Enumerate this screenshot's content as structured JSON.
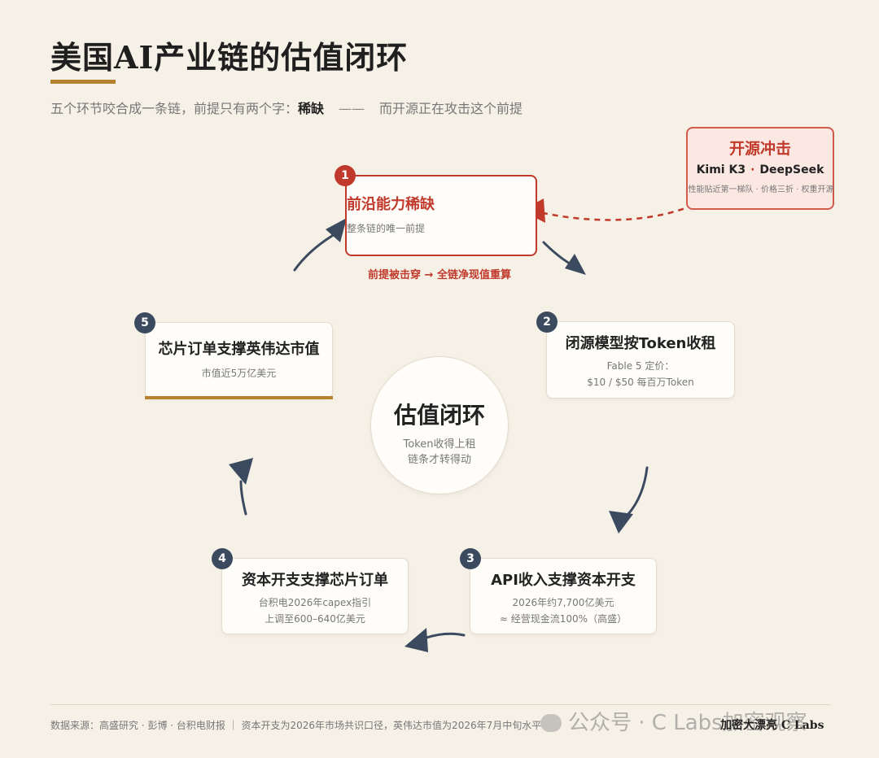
{
  "header": {
    "title": "美国AI产业链的估值闭环",
    "subtitle_prefix": "五个环节咬合成一条链，前提只有两个字：",
    "subtitle_emphasis": "稀缺",
    "subtitle_dash": "——",
    "subtitle_suffix": "而开源正在攻击这个前提"
  },
  "nodes": [
    {
      "number": "1",
      "title": "前沿能力稀缺",
      "lines": [
        "整条链的唯一前提"
      ]
    },
    {
      "number": "2",
      "title": "闭源模型按Token收租",
      "lines": [
        "Fable 5 定价：",
        "$10 / $50 每百万Token"
      ]
    },
    {
      "number": "3",
      "title": "API收入支撑资本开支",
      "lines": [
        "2026年约7,700亿美元",
        "≈ 经营现金流100%（高盛）"
      ]
    },
    {
      "number": "4",
      "title": "资本开支支撑芯片订单",
      "lines": [
        "台积电2026年capex指引",
        "上调至600–640亿美元"
      ]
    },
    {
      "number": "5",
      "title": "芯片订单支撑英伟达市值",
      "lines": [
        "市值近5万亿美元"
      ]
    }
  ],
  "center": {
    "title": "估值闭环",
    "lines": [
      "Token收得上租",
      "链条才转得动"
    ]
  },
  "callout": {
    "title": "开源冲击",
    "model_a": "Kimi K3",
    "separator": "·",
    "model_b": "DeepSeek",
    "note": "性能贴近第一梯队 · 价格三折 · 权重开源"
  },
  "warning": "前提被击穿 → 全链净现值重算",
  "footer": {
    "source": "数据来源：高盛研究 · 彭博 · 台积电财报 ｜ 资本开支为2026年市场共识口径，英伟达市值为2026年7月中旬水平",
    "brand": "加密大漂亮 C Labs",
    "watermark": "公众号 · C Labs加密观察"
  },
  "colors": {
    "background": "#f6f1e7",
    "accent_gold": "#b7822f",
    "accent_red": "#c0392b",
    "arrow_navy": "#3b4a5f"
  }
}
